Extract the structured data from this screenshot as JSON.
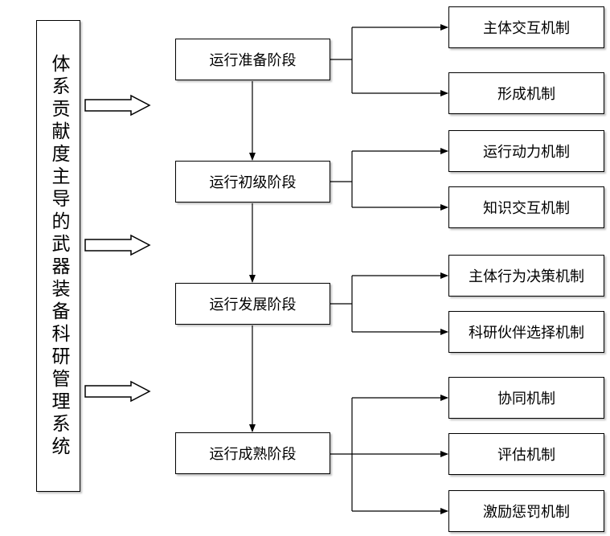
{
  "system": {
    "label": "体系贡献度主导的武器装备科研管理系统"
  },
  "stages": [
    {
      "label": "运行准备阶段"
    },
    {
      "label": "运行初级阶段"
    },
    {
      "label": "运行发展阶段"
    },
    {
      "label": "运行成熟阶段"
    }
  ],
  "mechanisms": [
    {
      "label": "主体交互机制"
    },
    {
      "label": "形成机制"
    },
    {
      "label": "运行动力机制"
    },
    {
      "label": "知识交互机制"
    },
    {
      "label": "主体行为决策机制"
    },
    {
      "label": "科研伙伴选择机制"
    },
    {
      "label": "协同机制"
    },
    {
      "label": "评估机制"
    },
    {
      "label": "激励惩罚机制"
    }
  ]
}
